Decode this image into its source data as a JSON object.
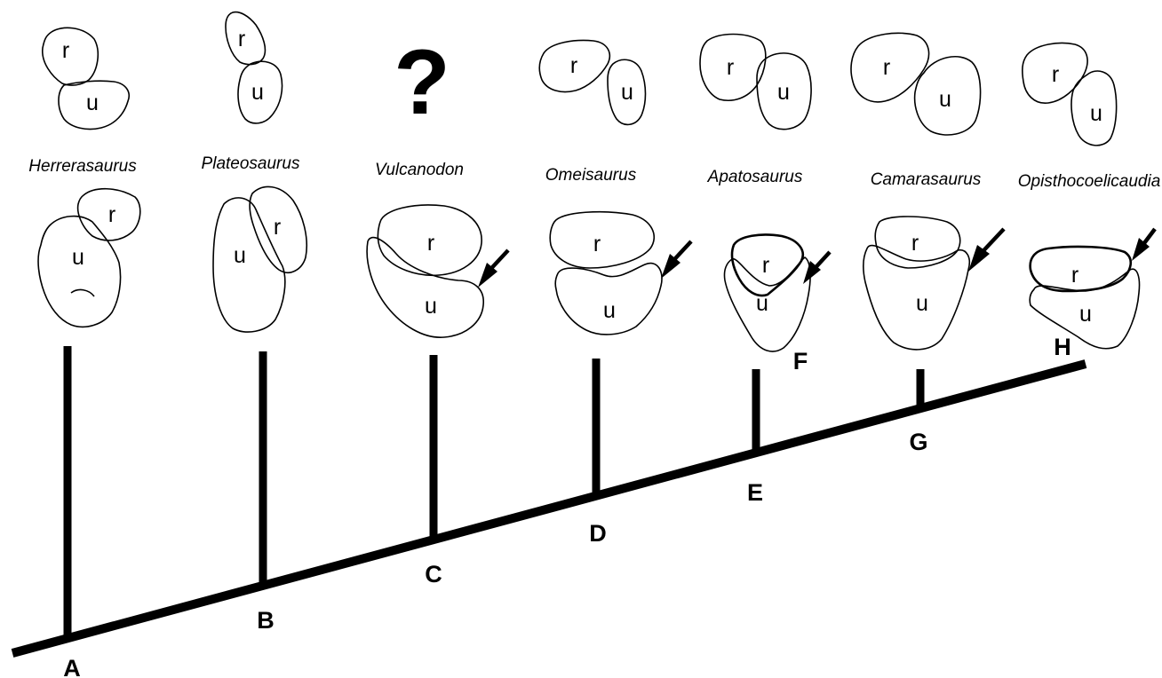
{
  "labels": {
    "radius": "r",
    "ulna": "u",
    "unknown": "?"
  },
  "taxa": [
    {
      "name": "Herrerasaurus"
    },
    {
      "name": "Plateosaurus"
    },
    {
      "name": "Vulcanodon"
    },
    {
      "name": "Omeisaurus"
    },
    {
      "name": "Apatosaurus"
    },
    {
      "name": "Camarasaurus"
    },
    {
      "name": "Opisthocoelicaudia"
    }
  ],
  "nodes": [
    "A",
    "B",
    "C",
    "D",
    "E",
    "F",
    "G",
    "H"
  ]
}
